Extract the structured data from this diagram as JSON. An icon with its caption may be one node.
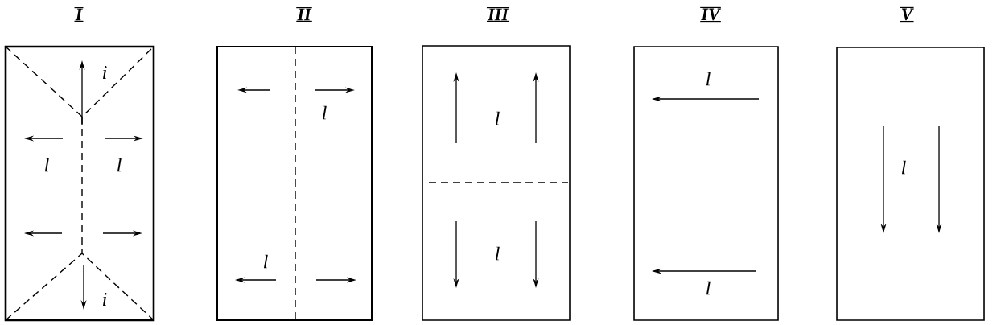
{
  "diagram": {
    "nodes": [
      {
        "text": [
          "I",
          "i",
          "l",
          "l",
          "i"
        ]
      },
      {
        "text": [
          "II",
          "l",
          "l"
        ]
      },
      {
        "text": [
          "III",
          "l",
          "l"
        ]
      },
      {
        "text": [
          "IV",
          "l",
          "l"
        ]
      },
      {
        "text": [
          "V",
          "l"
        ]
      }
    ]
  }
}
